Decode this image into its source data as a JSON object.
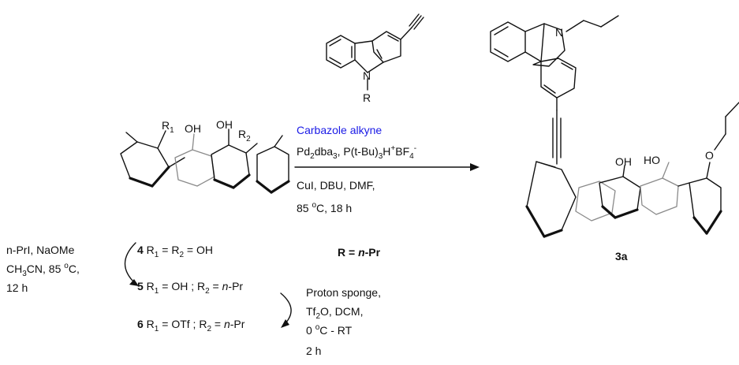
{
  "reagents": {
    "reagent_name": "Carbazole alkyne",
    "catalyst": [
      "Pd",
      "2",
      "dba",
      "3",
      ", P(t-Bu)",
      "3",
      "H",
      "+",
      "BF",
      "4",
      "-"
    ],
    "line2": "CuI, DBU, DMF,",
    "line3_a": "85 ",
    "line3_b": "o",
    "line3_c": "C, 18 h",
    "r_def_a": "R = ",
    "r_def_b": "n",
    "r_def_c": "-Pr"
  },
  "carbazole": {
    "n_label": "N",
    "r_label": "R"
  },
  "start": {
    "r1": "R",
    "r1_sub": "1",
    "oh1": "OH",
    "oh2": "OH",
    "r2": "R",
    "r2_sub": "2"
  },
  "product": {
    "n_label": "N",
    "oh": "OH",
    "ho": "HO",
    "o": "O",
    "label": "3a"
  },
  "step1": {
    "l1": "n-PrI, NaOMe",
    "l2a": "CH",
    "l2b": "3",
    "l2c": "CN, 85 ",
    "l2d": "o",
    "l2e": "C,",
    "l3": "12 h"
  },
  "step2": {
    "l1": "Proton sponge,",
    "l2a": "Tf",
    "l2b": "2",
    "l2c": "O, DCM,",
    "l3a": "0 ",
    "l3b": "o",
    "l3c": "C - RT",
    "l4": "2 h"
  },
  "compounds": [
    {
      "num": "4",
      "text": [
        " R",
        "1",
        " = R",
        "2",
        " = OH"
      ]
    },
    {
      "num": "5",
      "text": [
        " R",
        "1",
        " = OH ; R",
        "2",
        " = ",
        "n",
        "-Pr"
      ]
    },
    {
      "num": "6",
      "text": [
        " R",
        "1",
        " = OTf ; R",
        "2",
        " = ",
        "n",
        "-Pr"
      ]
    }
  ]
}
